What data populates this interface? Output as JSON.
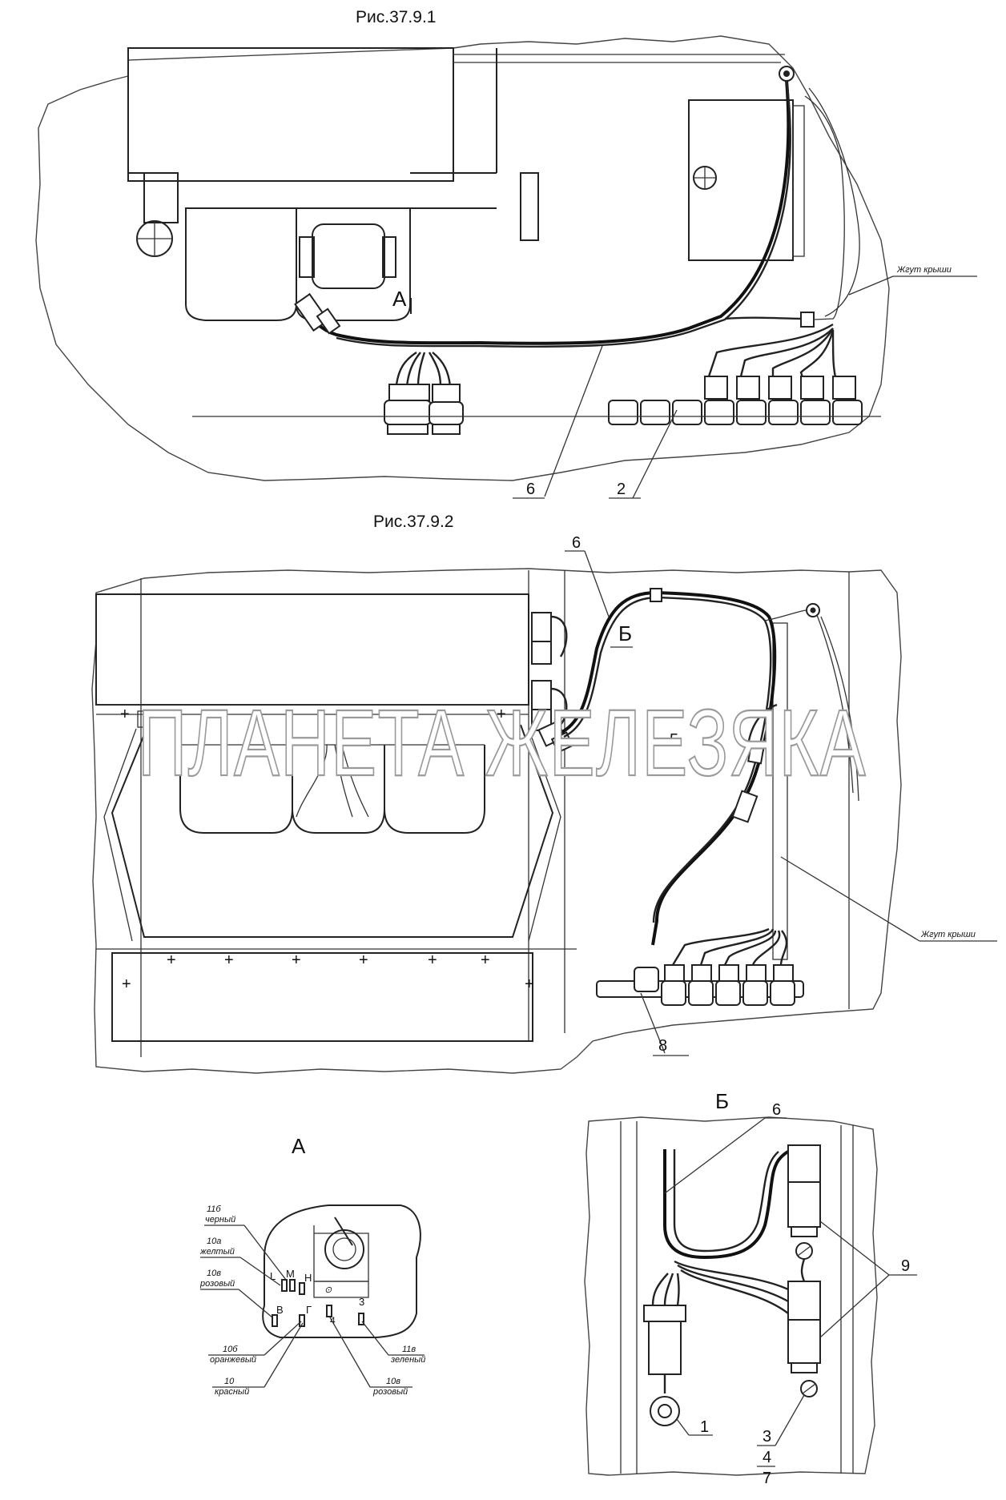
{
  "fig1": {
    "title": "Рис.37.9.1",
    "label_a": "А",
    "label_harness": "Жгут крыши",
    "callouts": [
      "6",
      "2"
    ]
  },
  "fig2": {
    "title": "Рис.37.9.2",
    "label_b": "Б",
    "label_harness": "Жгут крыши",
    "callouts": [
      "6",
      "5",
      "8"
    ]
  },
  "view_a": {
    "title": "А",
    "terminal_letters": [
      "L",
      "M",
      "H",
      "B",
      "Г",
      "4",
      "3"
    ],
    "wires": [
      {
        "num": "11б",
        "color": "черный"
      },
      {
        "num": "10а",
        "color": "желтый"
      },
      {
        "num": "10в",
        "color": "розовый"
      },
      {
        "num": "10б",
        "color": "оранжевый"
      },
      {
        "num": "10",
        "color": "красный"
      },
      {
        "num": "11в",
        "color": "зеленый"
      },
      {
        "num": "10в",
        "color": "розовый"
      }
    ]
  },
  "view_b": {
    "title": "Б",
    "callouts": [
      "6",
      "9",
      "1",
      "3",
      "4",
      "7"
    ]
  },
  "watermark": "ПЛАНЕТА ЖЕЛЕЗЯКА"
}
